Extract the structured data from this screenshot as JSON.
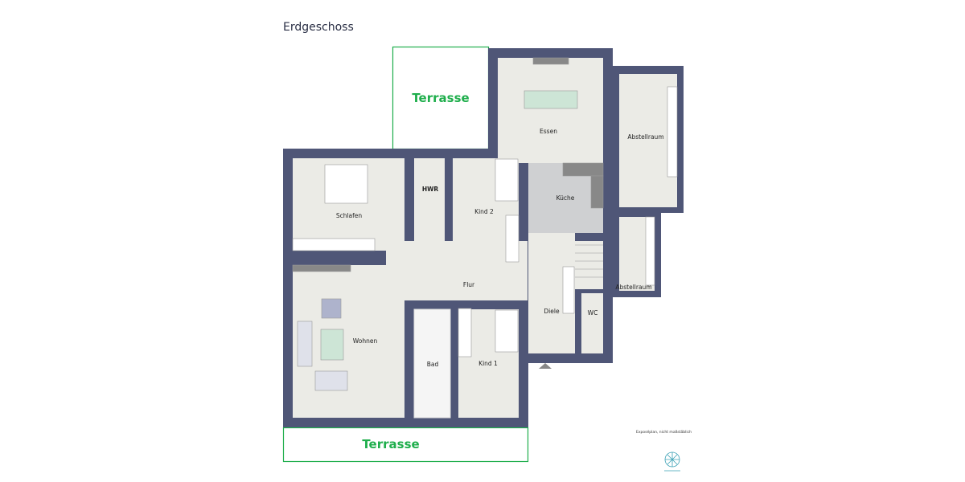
{
  "title": "Erdgeschoss",
  "colors": {
    "wall": "#4f5677",
    "floor": "#ebebe6",
    "terrace": "#1fae4c",
    "tile": "#cfd0d2"
  },
  "terraces": [
    {
      "label": "Terrasse"
    },
    {
      "label": "Terrasse"
    }
  ],
  "rooms": [
    {
      "label": "Essen"
    },
    {
      "label": "Abstellraum"
    },
    {
      "label": "Küche"
    },
    {
      "label": "HWR"
    },
    {
      "label": "Kind 2"
    },
    {
      "label": "Schlafen"
    },
    {
      "label": "Flur"
    },
    {
      "label": "Abstellraum"
    },
    {
      "label": "Diele"
    },
    {
      "label": "WC"
    },
    {
      "label": "Wohnen"
    },
    {
      "label": "Bad"
    },
    {
      "label": "Kind 1"
    }
  ],
  "note": "Exposéplan, nicht maßstäblich",
  "logo": {
    "icon": "ferris-wheel-logo"
  }
}
